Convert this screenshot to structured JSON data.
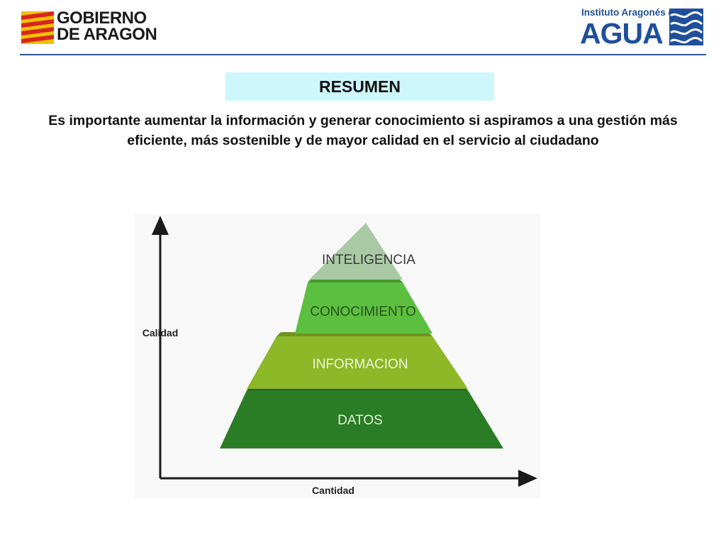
{
  "header": {
    "logo_left": {
      "text": "GOBIERNO\nDE ARAGON"
    },
    "logo_right": {
      "small": "Instituto Aragonés del",
      "big": "AGUA"
    }
  },
  "slide": {
    "title": "RESUMEN",
    "body": "Es importante aumentar la información y generar conocimiento si aspiramos a una gestión más eficiente, más sostenible y de mayor calidad en el servicio al ciudadano"
  },
  "diagram": {
    "y_axis_label": "Calidad",
    "x_axis_label": "Cantidad",
    "levels": [
      {
        "label": "INTELIGENCIA",
        "color": "#a9c9a4"
      },
      {
        "label": "CONOCIMIENTO",
        "color": "#5cbf3f"
      },
      {
        "label": "INFORMACION",
        "color": "#8db827"
      },
      {
        "label": "DATOS",
        "color": "#2a7d24"
      }
    ]
  }
}
